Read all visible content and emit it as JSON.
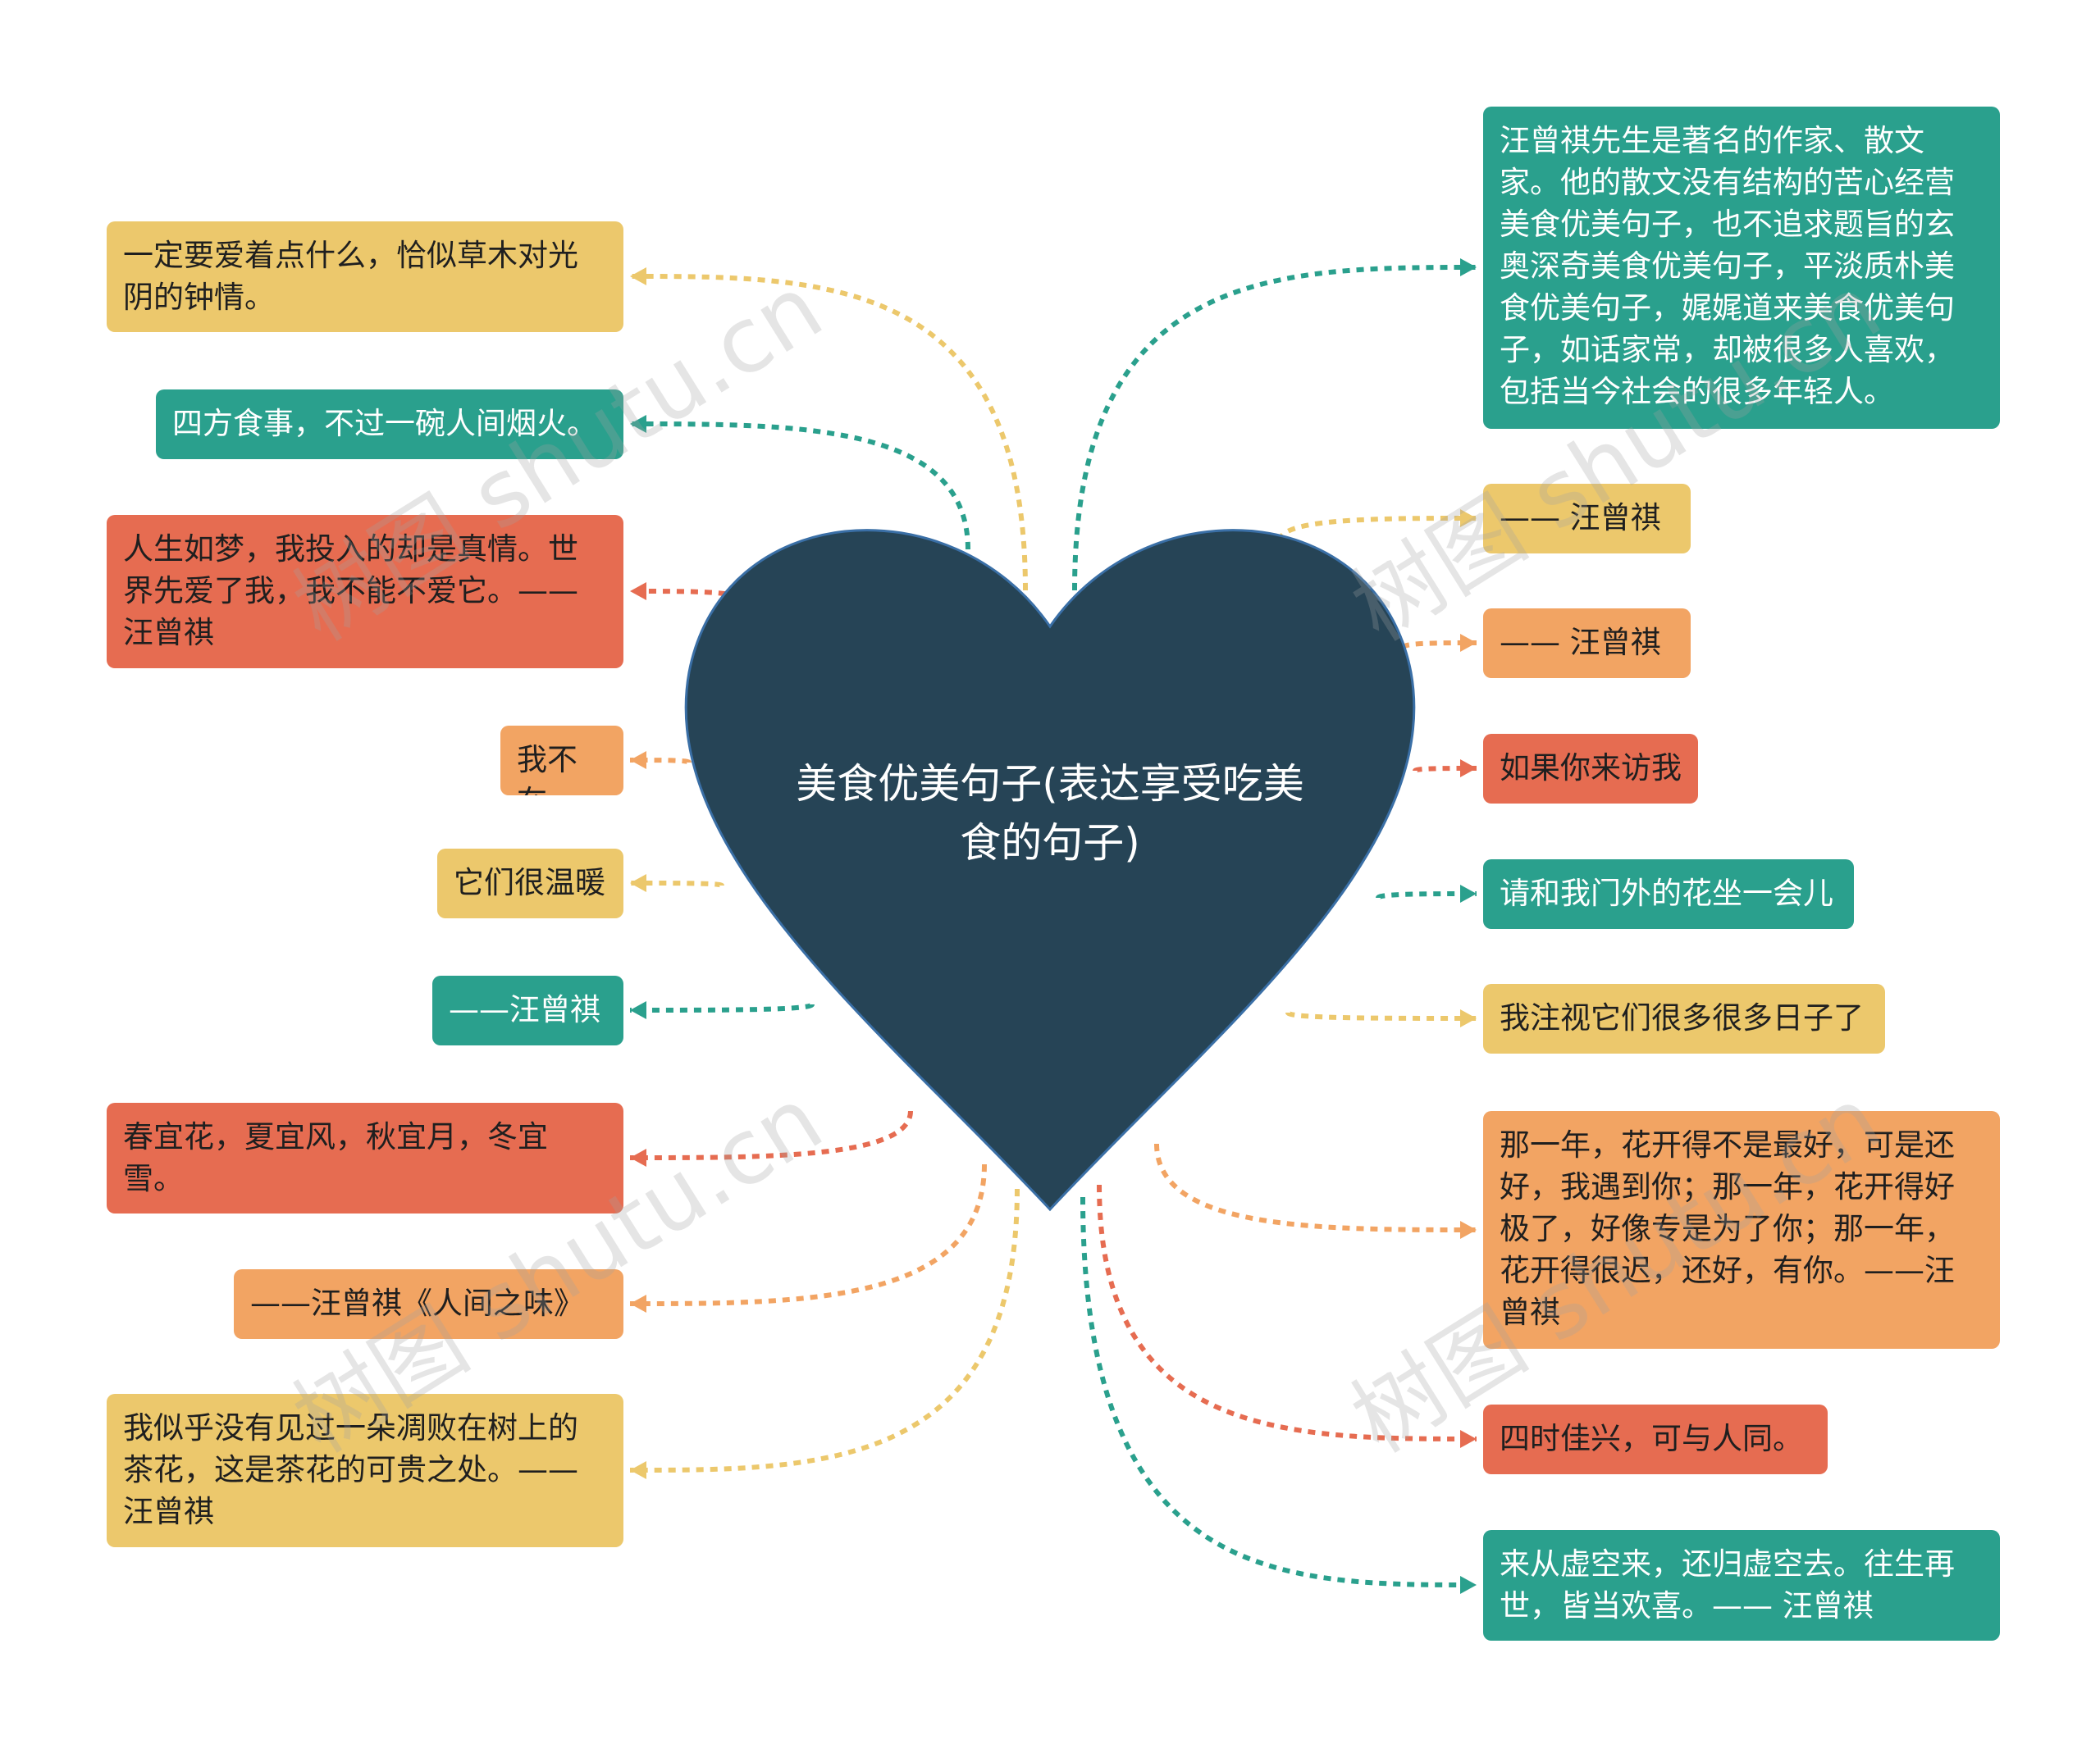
{
  "center": {
    "title": "美食优美句子(表达享受吃美食的句子)"
  },
  "colors": {
    "yellow": "#ECC86C",
    "teal": "#2AA08D",
    "red": "#E66C51",
    "orange": "#F2A463",
    "heart": "#264456"
  },
  "left_nodes": [
    {
      "text": "一定要爱着点什么，恰似草木对光阴的钟情。",
      "color": "yellow"
    },
    {
      "text": "四方食事，不过一碗人间烟火。",
      "color": "teal"
    },
    {
      "text": "人生如梦，我投入的却是真情。世界先爱了我，我不能不爱它。——汪曾祺",
      "color": "red"
    },
    {
      "text": "我不在",
      "color": "orange"
    },
    {
      "text": "它们很温暖",
      "color": "yellow"
    },
    {
      "text": "——汪曾祺",
      "color": "teal"
    },
    {
      "text": "春宜花，夏宜风，秋宜月，冬宜雪。",
      "color": "red"
    },
    {
      "text": "——汪曾祺《人间之味》",
      "color": "orange"
    },
    {
      "text": "我似乎没有见过一朵凋败在树上的茶花，这是茶花的可贵之处。——汪曾祺",
      "color": "yellow"
    }
  ],
  "right_nodes": [
    {
      "text": "汪曾祺先生是著名的作家、散文家。他的散文没有结构的苦心经营美食优美句子，也不追求题旨的玄奥深奇美食优美句子，平淡质朴美食优美句子，娓娓道来美食优美句子，如话家常，却被很多人喜欢，包括当今社会的很多年轻人。",
      "color": "teal"
    },
    {
      "text": "—— 汪曾祺",
      "color": "yellow"
    },
    {
      "text": "—— 汪曾祺",
      "color": "orange"
    },
    {
      "text": "如果你来访我",
      "color": "red"
    },
    {
      "text": "请和我门外的花坐一会儿",
      "color": "teal"
    },
    {
      "text": "我注视它们很多很多日子了",
      "color": "yellow"
    },
    {
      "text": "那一年，花开得不是最好，可是还好，我遇到你；那一年，花开得好极了，好像专是为了你；那一年，花开得很迟，还好，有你。——汪曾祺",
      "color": "orange"
    },
    {
      "text": "四时佳兴，可与人同。",
      "color": "red"
    },
    {
      "text": "来从虚空来，还归虚空去。往生再世，皆当欢喜。—— 汪曾祺",
      "color": "teal"
    }
  ],
  "watermark": "树图 shutu.cn"
}
